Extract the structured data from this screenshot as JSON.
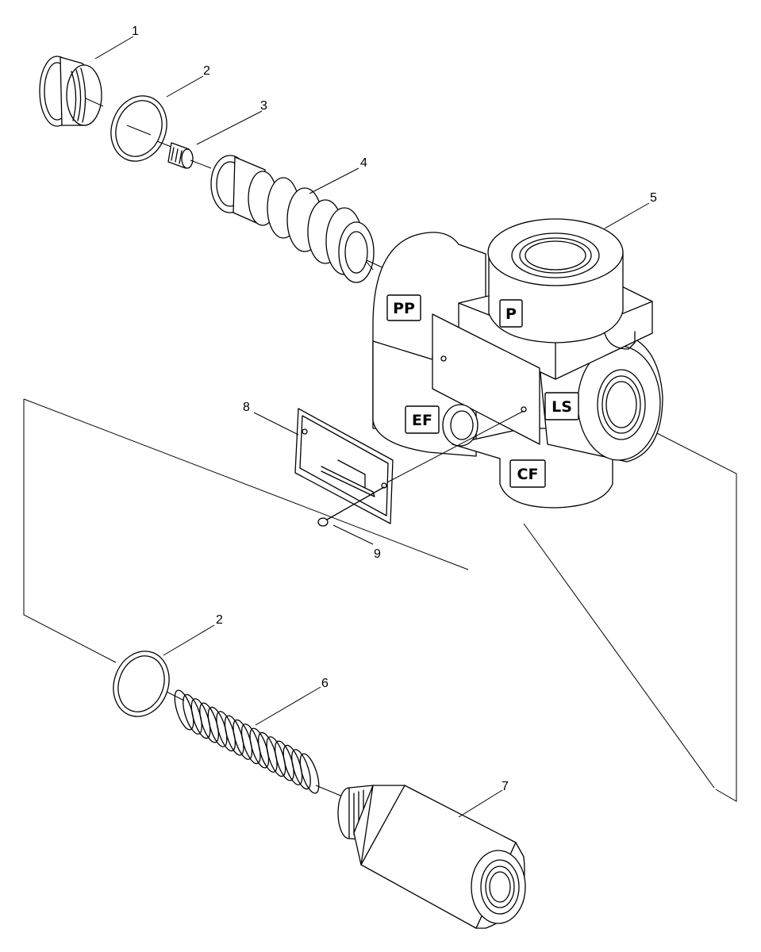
{
  "callouts": {
    "c1": "1",
    "c2a": "2",
    "c3": "3",
    "c4": "4",
    "c5": "5",
    "c8": "8",
    "c9": "9",
    "c2b": "2",
    "c6": "6",
    "c7": "7"
  },
  "ports": {
    "pp": "PP",
    "p": "P",
    "ef": "EF",
    "ls": "LS",
    "cf": "CF"
  }
}
